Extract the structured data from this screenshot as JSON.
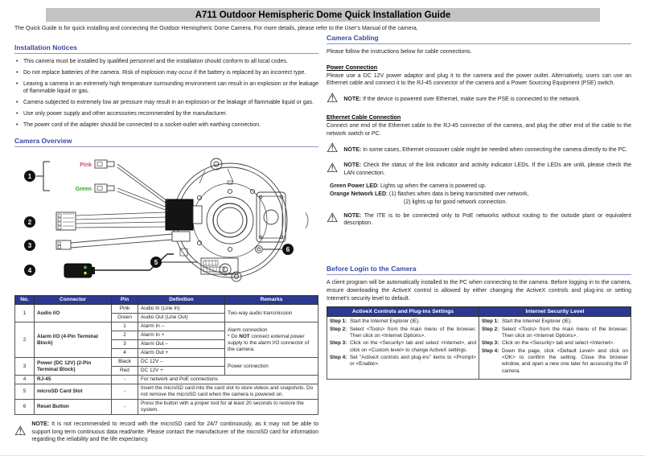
{
  "colors": {
    "accent_blue": "#3A49A5",
    "table_header_bg": "#2B3990",
    "title_bar_bg": "#C3C3C3",
    "pink_label_color": "#D6458C",
    "green_label_color": "#2F9E2F"
  },
  "page": {
    "title": "A711 Outdoor Hemispheric Dome Quick Installation Guide",
    "intro": "The Quick Guide is for quick installing and connecting the Outdoor Hemispheric Dome Camera. For more details, please refer to the User's Manual of the camera."
  },
  "notices": {
    "heading": "Installation Notices",
    "bullets": [
      "This camera must be installed by qualified personnel and the installation should conform to all local codes.",
      "Do not replace batteries of the camera. Risk of explosion may occur if the battery is replaced by an incorrect type.",
      "Leaving a camera in an extremely high temperature surrounding environment can result in an explosion or the leakage of flammable liquid or gas.",
      "Camera subjected to extremely low air pressure may result in an explosion or the leakage of flammable liquid or gas.",
      "Use only power supply and other accessories recommended by the manufacturer.",
      "The power cord of the adapter should be connected to a socket-outlet with earthing connection."
    ]
  },
  "overview": {
    "heading": "Camera Overview",
    "pink_label": "Pink",
    "green_label": "Green",
    "callouts": [
      "1",
      "2",
      "3",
      "4",
      "5",
      "6"
    ]
  },
  "connector_table": {
    "headers": [
      "No.",
      "Connector",
      "Pin",
      "Definition",
      "Remarks"
    ],
    "rows": [
      {
        "no": "1",
        "connector": "Audio I/O",
        "pins": [
          {
            "pin": "Pink",
            "definition": "Audio In (Line In)"
          },
          {
            "pin": "Green",
            "definition": "Audio Out (Line Out)"
          }
        ],
        "remarks": "Two-way audio transmission"
      },
      {
        "no": "2",
        "connector": "Alarm I/O (4-Pin Terminal Block)",
        "pins": [
          {
            "pin": "1",
            "definition": "Alarm In –"
          },
          {
            "pin": "2",
            "definition": "Alarm In +"
          },
          {
            "pin": "3",
            "definition": "Alarm Out –"
          },
          {
            "pin": "4",
            "definition": "Alarm Out +"
          }
        ],
        "remarks_line1": "Alarm connection",
        "remarks_pre": "* Do ",
        "remarks_bold": "NOT",
        "remarks_post": " connect external power supply to the alarm I/O connector of the camera."
      },
      {
        "no": "3",
        "connector": "Power (DC 12V) (2-Pin Terminal Block)",
        "pins": [
          {
            "pin": "Black",
            "definition": "DC 12V –"
          },
          {
            "pin": "Red",
            "definition": "DC 12V +"
          }
        ],
        "remarks": "Power connection"
      },
      {
        "no": "4",
        "connector": "RJ-45",
        "pin": "-",
        "text": "For network and PoE connections"
      },
      {
        "no": "5",
        "connector": "microSD Card Slot",
        "pin": "-",
        "text": "Insert the microSD card into the card slot to store videos and snapshots. Do not remove the microSD card when the camera is powered on."
      },
      {
        "no": "6",
        "connector": "Reset Button",
        "pin": "-",
        "text": "Press the button with a proper tool for at least 20 seconds to restore the system."
      }
    ]
  },
  "sd_note": {
    "label": "NOTE:",
    "text": "It is not recommended to record with the microSD card for 24/7 continuously, as it may not be able to support long term continuous data read/write. Please contact the manufacturer of the microSD card for information regarding the reliability and the life expectancy."
  },
  "cabling": {
    "heading": "Camera Cabling",
    "intro": "Please follow the instructions below for cable connections.",
    "power_heading": "Power Connection",
    "power_body": "Please use a DC 12V power adaptor and plug it to the camera and the power outlet. Alternatively, users can use an Ethernet cable and connect it to the RJ-45 connector of the camera and a Power Sourcing Equipment (PSE) switch.",
    "power_note": {
      "label": "NOTE:",
      "text": "If the device is powered over Ethernet, make sure the PSE is connected to the network."
    },
    "ethernet_heading": "Ethernet Cable Connection",
    "ethernet_body": "Connect one end of the Ethernet cable to the RJ-45 connector of the camera, and plug the other end of the cable to the network switch or PC.",
    "ethernet_note1": {
      "label": "NOTE:",
      "text": "In some cases, Ethernet crossover cable might be needed when connecting the camera directly to the PC."
    },
    "ethernet_note2": {
      "label": "NOTE:",
      "text": "Check the status of the link indicator and activity indicator LEDs. If the LEDs are unlit, please check the LAN connection."
    },
    "led_green_label": "Green Power LED",
    "led_green_text": ": Lights up when the camera is powered up.",
    "led_orange_label": "Orange Network LED",
    "led_orange_text": ": (1) flashes when data is being transmitted over network,",
    "led_orange_text2": "(2) lights up for good network connection.",
    "ite_note": {
      "label": "NOTE:",
      "text": "The ITE is to be connected only to PoE networks without routing to the outside plant or equivalent description."
    }
  },
  "before_login": {
    "heading": "Before Login to the Camera",
    "body": "A client program will be automatically installed to the PC when connecting to the camera. Before logging in to the camera, ensure downloading the ActiveX control is allowed by either changing the ActiveX controls and plug-ins or setting Internet's security level to default.",
    "left_header": "ActiveX Controls and Plug-ins Settings",
    "right_header": "Internet Security Level",
    "left_steps": [
      {
        "label": "Step 1:",
        "text": "Start the Internet Explorer (IE)."
      },
      {
        "label": "Step 2:",
        "text": "Select <Tools> from the main menu of the browser. Then click on <Internet Options>."
      },
      {
        "label": "Step 3:",
        "text": "Click on the <Security> tab and select <Internet>, and click on <Custom level> to change ActiveX settings."
      },
      {
        "label": "Step 4:",
        "text": "Set \"ActiveX controls and plug-ins\" items to <Prompt> or <Enable>."
      }
    ],
    "right_steps": [
      {
        "label": "Step 1:",
        "text": "Start the Internet Explorer (IE)."
      },
      {
        "label": "Step 2:",
        "text": "Select <Tools> from the main menu of the browser. Then click on <Internet Options>."
      },
      {
        "label": "Step 3:",
        "text": "Click on the <Security> tab and select <Internet>."
      },
      {
        "label": "Step 4:",
        "text": "Down the page, click <Default Level> and click on <OK> to confirm the setting. Close the browser window, and open a new one later for accessing the IP camera."
      }
    ]
  }
}
